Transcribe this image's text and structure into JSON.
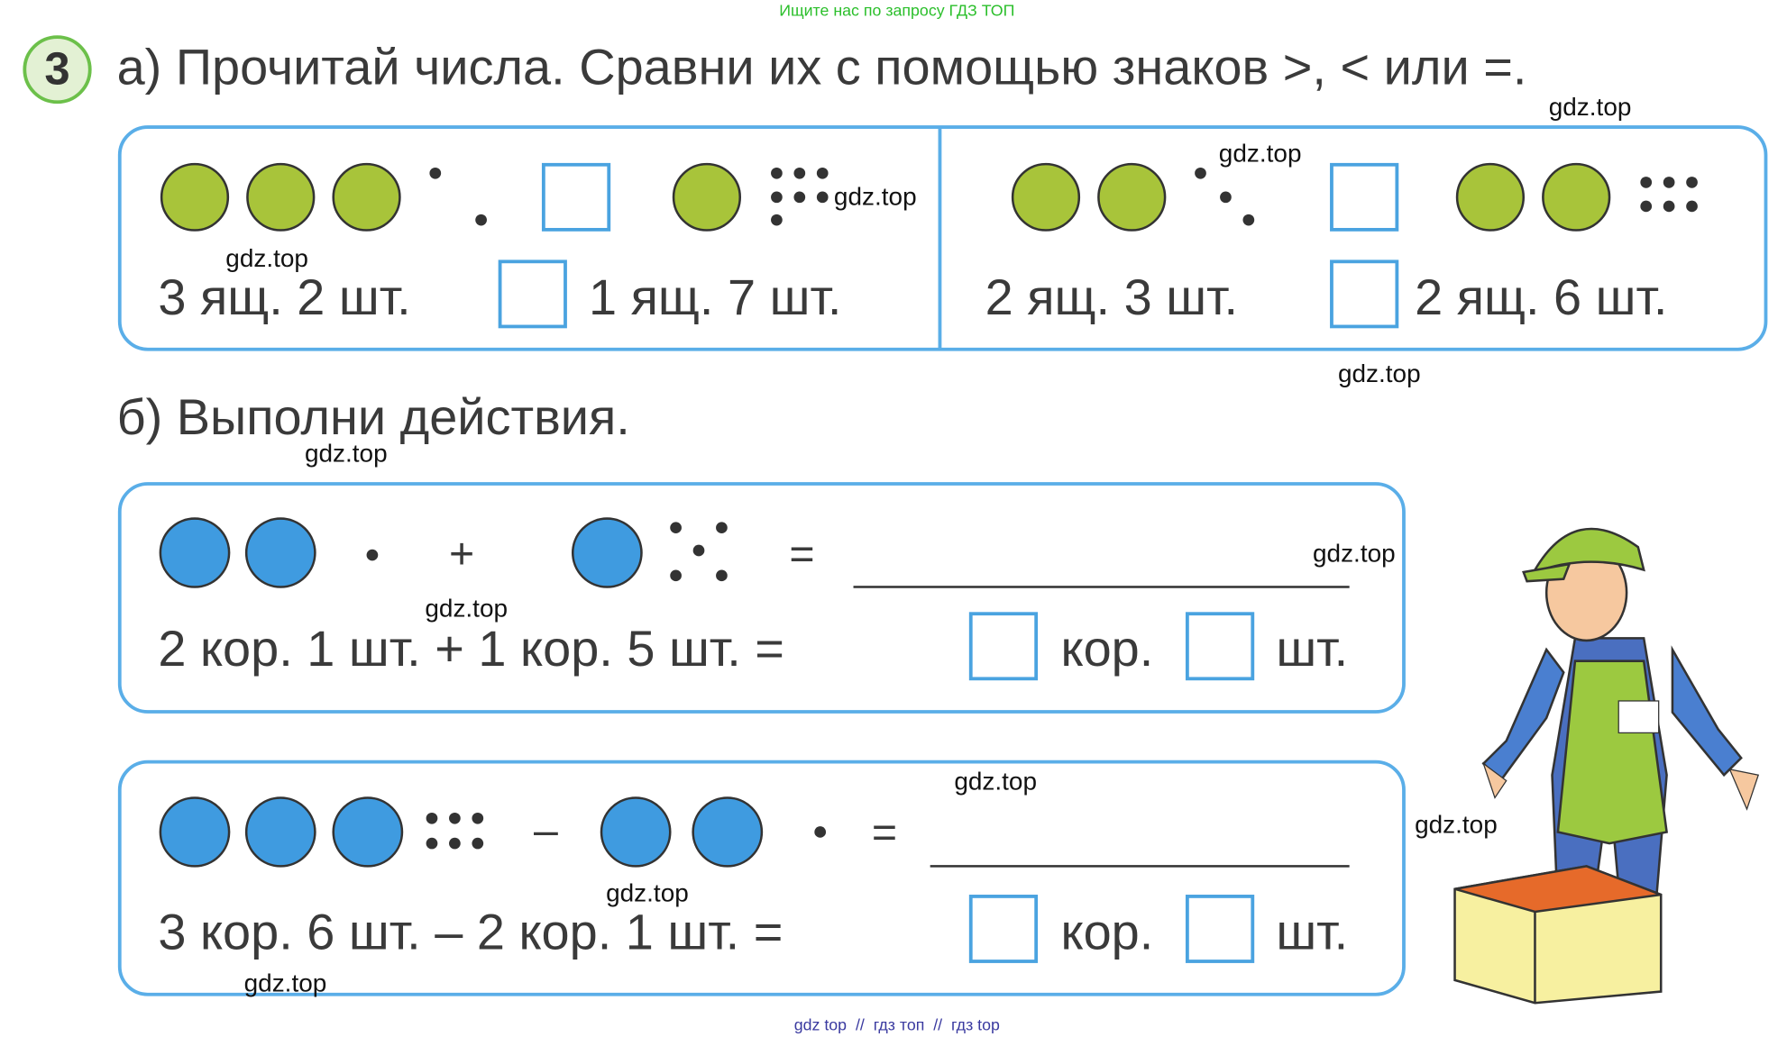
{
  "header_note": "Ищите нас по запросу ГДЗ ТОП",
  "task_number": "3",
  "part_a": {
    "title": "а) Прочитай числа. Сравни их с помощью знаков >, < или =.",
    "left_expr1": "3 ящ. 2 шт.",
    "left_expr2": "1 ящ. 7 шт.",
    "right_expr1": "2 ящ. 3 шт.",
    "right_expr2": "2 ящ. 6 шт."
  },
  "part_b": {
    "title": "б) Выполни действия.",
    "row1": {
      "plus": "+",
      "equals": "=",
      "expr": "2 кор. 1 шт. + 1 кор. 5 шт. =",
      "unit1": "кор.",
      "unit2": "шт."
    },
    "row2": {
      "minus": "–",
      "equals": "=",
      "expr": "3 кор. 6 шт. – 2 кор. 1 шт. =",
      "unit1": "кор.",
      "unit2": "шт."
    }
  },
  "watermark": "gdz.top",
  "footer": "gdz top  //  гдз топ  //  гдз top",
  "colors": {
    "green_circle": "#a8c43a",
    "blue_circle": "#3f9be0",
    "box_border": "#5aaee8",
    "header_green": "#2bbf2b"
  }
}
